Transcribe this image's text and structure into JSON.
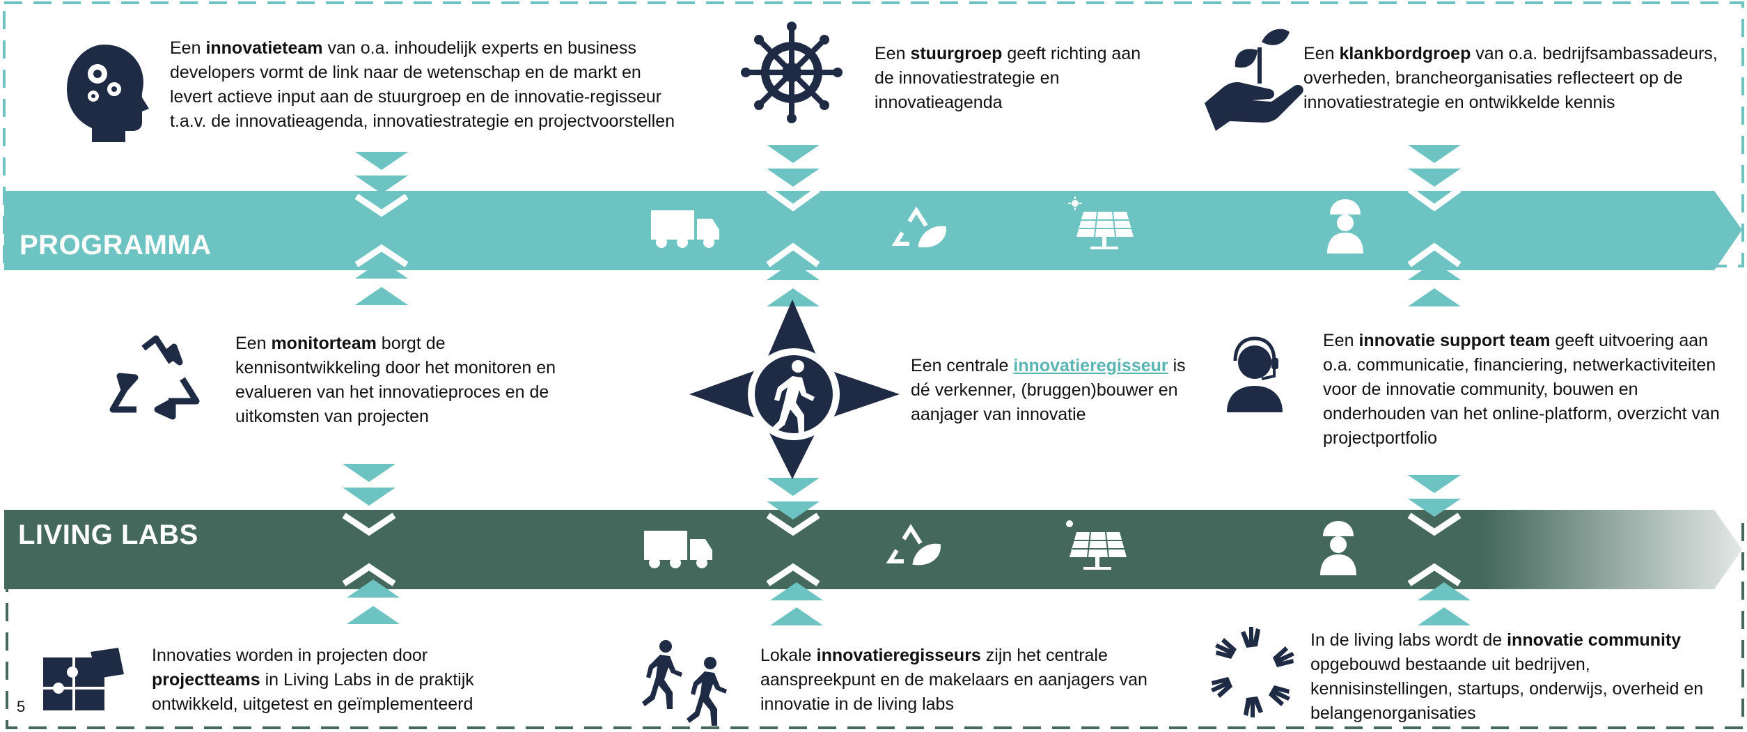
{
  "colors": {
    "teal": "#6cc3c1",
    "dark_green": "#44685c",
    "navy": "#1f2a44",
    "link": "#5ab5b3"
  },
  "bands": {
    "programma": "PROGRAMMA",
    "living_labs": "LIVING LABS"
  },
  "blocks": {
    "innovatieteam": {
      "pre": "Een ",
      "bold": "innovatieteam",
      "post": " van o.a. inhoudelijk experts en business developers  vormt de link naar de wetenschap en de markt en levert actieve input aan de stuurgroep en de innovatie-regisseur t.a.v. de innovatieagenda, innovatiestrategie en projectvoorstellen"
    },
    "stuurgroep": {
      "pre": "Een ",
      "bold": "stuurgroep",
      "post": " geeft richting aan de innovatiestrategie en innovatieagenda"
    },
    "klankbordgroep": {
      "pre": "Een ",
      "bold": "klankbordgroep",
      "post": " van o.a. bedrijfsambassadeurs, overheden, brancheorganisaties reflecteert op de innovatiestrategie en ontwikkelde kennis"
    },
    "monitorteam": {
      "pre": "Een ",
      "bold": "monitorteam",
      "post": " borgt de kennisontwikkeling door het monitoren en evalueren van het innovatieproces en de uitkomsten van projecten"
    },
    "regisseur": {
      "pre": "Een centrale ",
      "link": "innovatieregisseur",
      "post": " is dé verkenner, (bruggen)bouwer en aanjager van innovatie"
    },
    "support": {
      "pre": "Een ",
      "bold": "innovatie support team",
      "post": " geeft uitvoering aan o.a. communicatie, financiering, netwerkactiviteiten voor de innovatie community, bouwen en onderhouden van het online-platform, overzicht van projectportfolio"
    },
    "projectteams": {
      "pre": "Innovaties worden in projecten door ",
      "bold": "projectteams",
      "post": " in Living Labs in de praktijk ontwikkeld, uitgetest en geïmplementeerd"
    },
    "lokale": {
      "pre": "Lokale ",
      "bold": "innovatieregisseurs",
      "post": " zijn het centrale aanspreekpunt en de makelaars en aanjagers van innovatie in de living labs"
    },
    "community": {
      "pre": "In de living labs wordt de ",
      "bold": "innovatie community",
      "post": " opgebouwd bestaande uit bedrijven, kennisinstellingen, startups, onderwijs, overheid en belangenorganisaties"
    }
  },
  "page_number": "5",
  "icons": [
    "brain-gears-icon",
    "ship-wheel-icon",
    "hand-plant-icon",
    "recycle-icon",
    "compass-walker-icon",
    "headset-person-icon",
    "puzzle-icon",
    "walking-people-icon",
    "hands-circle-icon",
    "truck-icon",
    "recycle-leaf-icon",
    "solar-panel-icon",
    "worker-icon"
  ]
}
